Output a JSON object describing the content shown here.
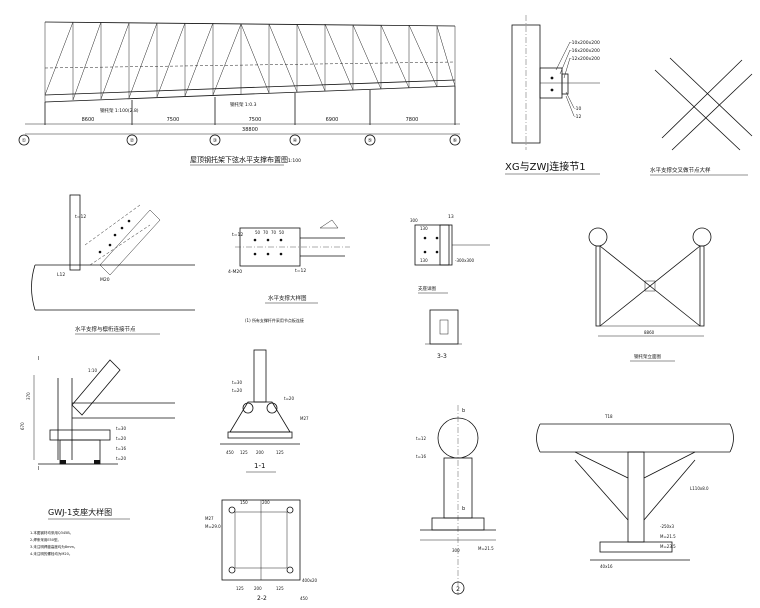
{
  "sheet": {
    "elevation": {
      "caption": "屋顶钢托架下弦水平支撑布置图",
      "caption_suffix": "1:100",
      "dims": [
        "8600",
        "7500",
        "7500",
        "6900",
        "7800"
      ],
      "total_dim": "38800",
      "axes": [
        "①",
        "②",
        "③",
        "④",
        "⑤",
        "⑥"
      ],
      "note1": "钢托架 1:100(2.8)",
      "note2": "钢托架 1:0.3"
    },
    "xg_detail": {
      "caption": "XG与ZWJ连接节1",
      "labels": [
        "-10x200x200",
        "-16x200x200",
        "-12x200x200",
        "-10",
        "-12"
      ]
    },
    "cross_detail": {
      "caption": "水平支撑交叉做节点大样"
    },
    "panel_a": {
      "caption": "水平支撑与檩桁连接节点",
      "labels": [
        "t=12",
        "L12",
        "M20"
      ]
    },
    "panel_b": {
      "caption": "水平支撑大样图",
      "note": "(1) 所有支撑杆件采用节点板连接",
      "labels": [
        "t=12",
        "50",
        "70",
        "70",
        "50",
        "4-M20",
        "t=12"
      ]
    },
    "panel_c": {
      "caption_top": "支座详图",
      "caption_sec": "3-3",
      "labels": [
        "13",
        "300",
        "130",
        "130",
        "-300x300"
      ]
    },
    "panel_d": {
      "caption": "钢托架立面图",
      "labels": [
        "8860"
      ]
    },
    "panel_e": {
      "caption": "GWJ-1支座大样图",
      "labels": [
        "I",
        "I",
        "370",
        "670",
        "1:10",
        "t=30",
        "t=20",
        "t=16",
        "t=20"
      ],
      "notes": [
        "1.本图钢材均采用Q345B。",
        "2.焊条采用E50型。",
        "3.未注明焊缝高度均为8mm。",
        "4.未注明的螺栓均为M20。"
      ]
    },
    "panel_f": {
      "caption": "1-1",
      "labels": [
        "t=30",
        "t=20",
        "t=20",
        "M27",
        "450",
        "125",
        "200",
        "125"
      ]
    },
    "panel_g": {
      "caption": "2-2",
      "labels": [
        "M27",
        "M=29.0",
        "125",
        "200",
        "125",
        "450",
        "400x20",
        "150",
        "200"
      ]
    },
    "panel_h": {
      "caption": "2",
      "labels": [
        "b",
        "b",
        "t=12",
        "t=16",
        "M=21.5",
        "300"
      ]
    },
    "panel_i": {
      "labels": [
        "T18",
        "L110x8.0",
        "-250x3",
        "M=21.5",
        "M=23.5",
        "40x16"
      ]
    }
  }
}
